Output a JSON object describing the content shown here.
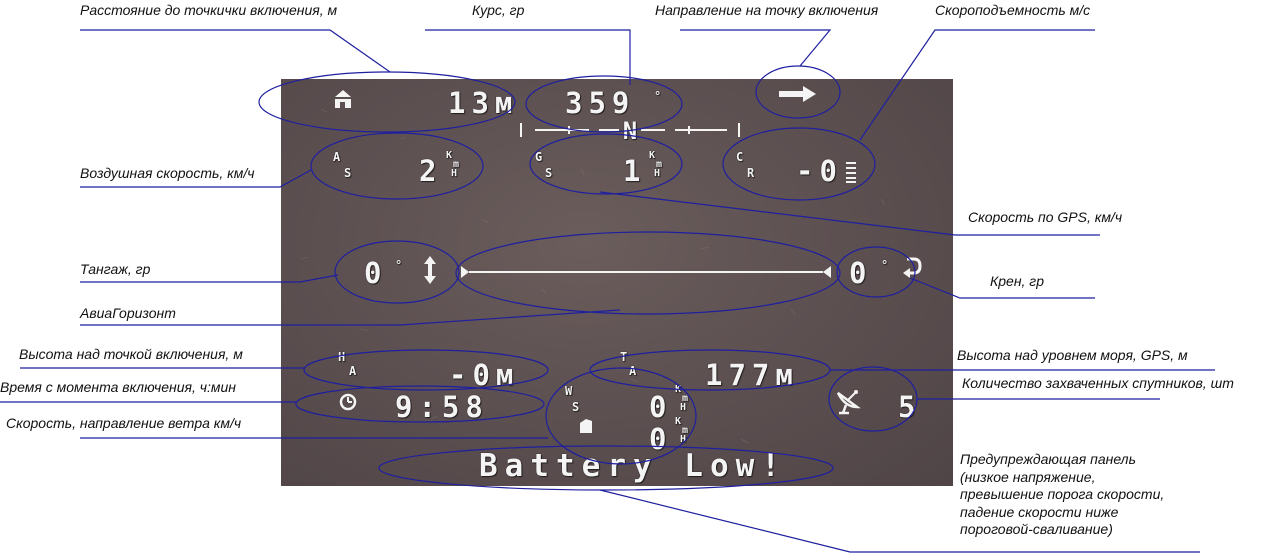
{
  "colors": {
    "screen_bg": "#5e5152",
    "osd_text": "#f4f4f4",
    "annotation_line": "#1f1fa0",
    "annotation_text": "#111111"
  },
  "annotations": {
    "distance_home": "Расстояние до точкички включения, м",
    "course": "Курс, гр",
    "home_direction": "Направление на точку включения",
    "climb_rate": "Скороподъемность м/с",
    "airspeed": "Воздушная скорость, км/ч",
    "gps_speed": "Скорость по GPS, км/ч",
    "pitch": "Тангаж, гр",
    "roll": "Крен, гр",
    "horizon": "АвиаГоризонт",
    "home_altitude": "Высота над точкой включения, м",
    "sea_altitude": "Высота над уровнем моря, GPS, м",
    "flight_time": "Время с момента включения, ч:мин",
    "satellites": "Количество захваченных спутников, шт",
    "wind": "Скорость, направление ветра км/ч",
    "warning_panel": "Предупреждающая панель\n(низкое напряжение,\nпревышение порога скорости,\nпадение скорости ниже\nпороговой-сваливание)"
  },
  "osd": {
    "distance_value": "13м",
    "heading_value": "359",
    "heading_degree": "°",
    "compass_scale": "——|——N——|——",
    "home_arrow_icon": "right-arrow-icon",
    "airspeed_label_top": "A",
    "airspeed_label_bottom": "S",
    "airspeed_value": "2",
    "gps_label_top": "G",
    "gps_label_bottom": "S",
    "gps_value": "1",
    "climb_label_top": "C",
    "climb_label_bottom": "R",
    "climb_value": "-0",
    "speed_unit_top": "K",
    "speed_unit_mid": "m",
    "speed_unit_bottom": "H",
    "pitch_value": "0",
    "pitch_degree": "°",
    "roll_value": "0",
    "roll_degree": "°",
    "home_alt_label_top": "H",
    "home_alt_label_bottom": "A",
    "home_alt_value": "-0м",
    "sea_alt_label_top": "T",
    "sea_alt_label_bottom": "A",
    "sea_alt_value": "177м",
    "time_value": "9:58",
    "satellites_value": "5",
    "wind_label_top": "W",
    "wind_label_bottom": "S",
    "wind_speed_value": "0",
    "wind_dir_value": "0",
    "warning_text": "Battery Low!"
  }
}
